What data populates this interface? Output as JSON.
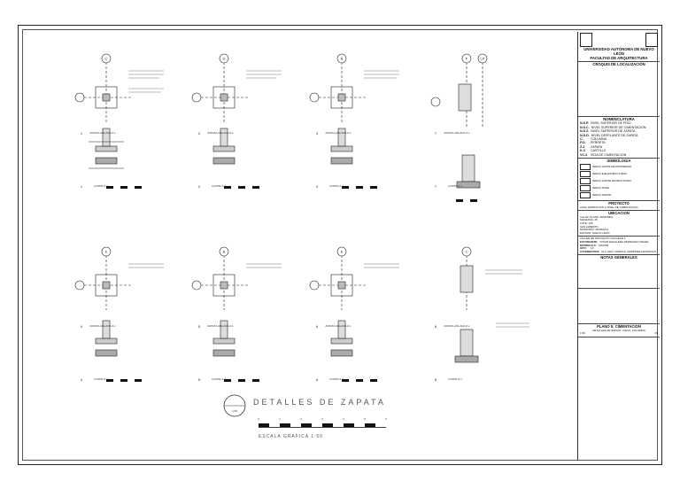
{
  "sheet": {
    "university": "UNIVERSIDAD AUTÓNOMA DE NUEVO LEÓN",
    "faculty": "FACULTAD DE ARQUITECTURA",
    "location_label": "CROQUIS DE LOCALIZACIÓN",
    "nomenclature_title": "NOMENCLATURA",
    "nomenclature": [
      {
        "code": "N.S.P.",
        "desc": "NIVEL SUPERIOR DE PISO"
      },
      {
        "code": "N.S.C.",
        "desc": "NIVEL SUPERIOR DE CIMENTACION"
      },
      {
        "code": "N.S.Z.",
        "desc": "NIVEL SUPERIOR DE ZAPATA"
      },
      {
        "code": "N.D.D.",
        "desc": "NIVEL DESPLANTE DE ZAPATA"
      },
      {
        "code": "C",
        "desc": "COLUMNA"
      },
      {
        "code": "P.O.",
        "desc": "PERRETA"
      },
      {
        "code": "Z-2",
        "desc": "ZAPATA"
      },
      {
        "code": "K-C",
        "desc": "CASTILLO"
      },
      {
        "code": "VC-4",
        "desc": "VIGA DE CIMENTACION"
      }
    ],
    "symbology_title": "SIMBOLOGIA",
    "symbols": [
      "INDICA LIMITE DE PROPIEDAD",
      "INDICA EJE ESTRUCTURAL",
      "INDICA CORTE ESTRUCTURAL",
      "INDICA NIVEL",
      "INDICA NORTE"
    ],
    "project_title": "PROYECTO",
    "project": "CASA HABITACION 1 NIVEL DE CIMENTACION",
    "location_title": "UBICACION",
    "location_lines": [
      "CALLE: PLANO JARDINES",
      "MANZANA: 25",
      "LOTE: 105",
      "SAN ALBERTO",
      "MUNICIPIO: APODACA",
      "ESTADO: NUEVO LEON"
    ],
    "workshop": "TALLER DE PROYECTO NUCLEAR 1",
    "students_label": "ESTUDIANTE:",
    "student": "TOVAR ESCALERA FERNANDO ISRAEL",
    "matricula_label": "MATRICULA:",
    "matricula": "1467282",
    "group_label": "GPO:",
    "group": "10",
    "teacher_label": "CATEDRATICO:",
    "teacher": "M.A. ARQ. MARIA E. MARTINEZ MAGNIFICO",
    "notes_title": "NOTAS GENERALES",
    "plan_title": "PLANO 5: CIMENTACION",
    "plan_subtitle": "DETALLES DE ZAPATA, VIGAS, COLUMNA",
    "scale_code": "1:50",
    "sheet_no": "05"
  },
  "drawing": {
    "title": "DETALLES DE ZAPATA",
    "title_scale": "1:50",
    "graphic_scale": "ESCALA GRAFICA 1:50",
    "scale_ticks": [
      "0",
      "1",
      "2",
      "3",
      "4",
      "5",
      "6"
    ],
    "axes_row1": [
      "C",
      "D",
      "B",
      "F",
      "LP"
    ],
    "axes_row2": [
      "E",
      "B",
      "E",
      "C"
    ],
    "detail_nums": [
      "1",
      "2",
      "3",
      "7",
      "4",
      "5",
      "6",
      "8"
    ],
    "detail_label": "ZAPATA AISLADA Z-1",
    "section_label": "CORTE Z-1"
  }
}
